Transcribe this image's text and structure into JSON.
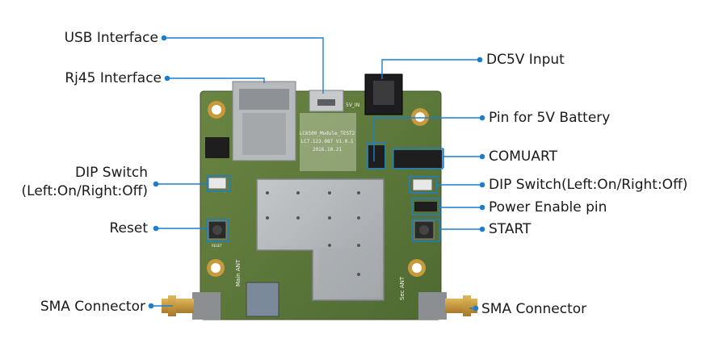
{
  "labels": {
    "usb_interface": "USB Interface",
    "rj45_interface": "Rj45 Interface",
    "dip_switch_left_line1": "DIP Switch",
    "dip_switch_left_line2": "(Left:On/Right:Off)",
    "reset": "Reset",
    "sma_connector_left": "SMA Connector",
    "dc5v_input": "DC5V Input",
    "pin_5v_battery": "Pin for 5V Battery",
    "comuart": "COMUART",
    "dip_switch_right": "DIP Switch(Left:On/Right:Off)",
    "power_enable_pin": "Power Enable pin",
    "start": "START",
    "sma_connector_right": "SMA Connector"
  },
  "board_text": {
    "module_line1": "LC6500_Module_TEST2",
    "module_line2": "LC7.123.087 V1.0.1",
    "module_line3": "2016.10.21",
    "main_ant": "Main ANT",
    "sec_ant": "Sec ANT",
    "reset_silk": "RESET",
    "volt_silk": "5V_IN"
  },
  "colors": {
    "pcb": "#5f7a3a",
    "pcb_dark": "#4a6230",
    "shield": "#b9bcbf",
    "callout": "#1a7fd1",
    "brass": "#c99a3c",
    "label_text": "#1a1a1a"
  }
}
